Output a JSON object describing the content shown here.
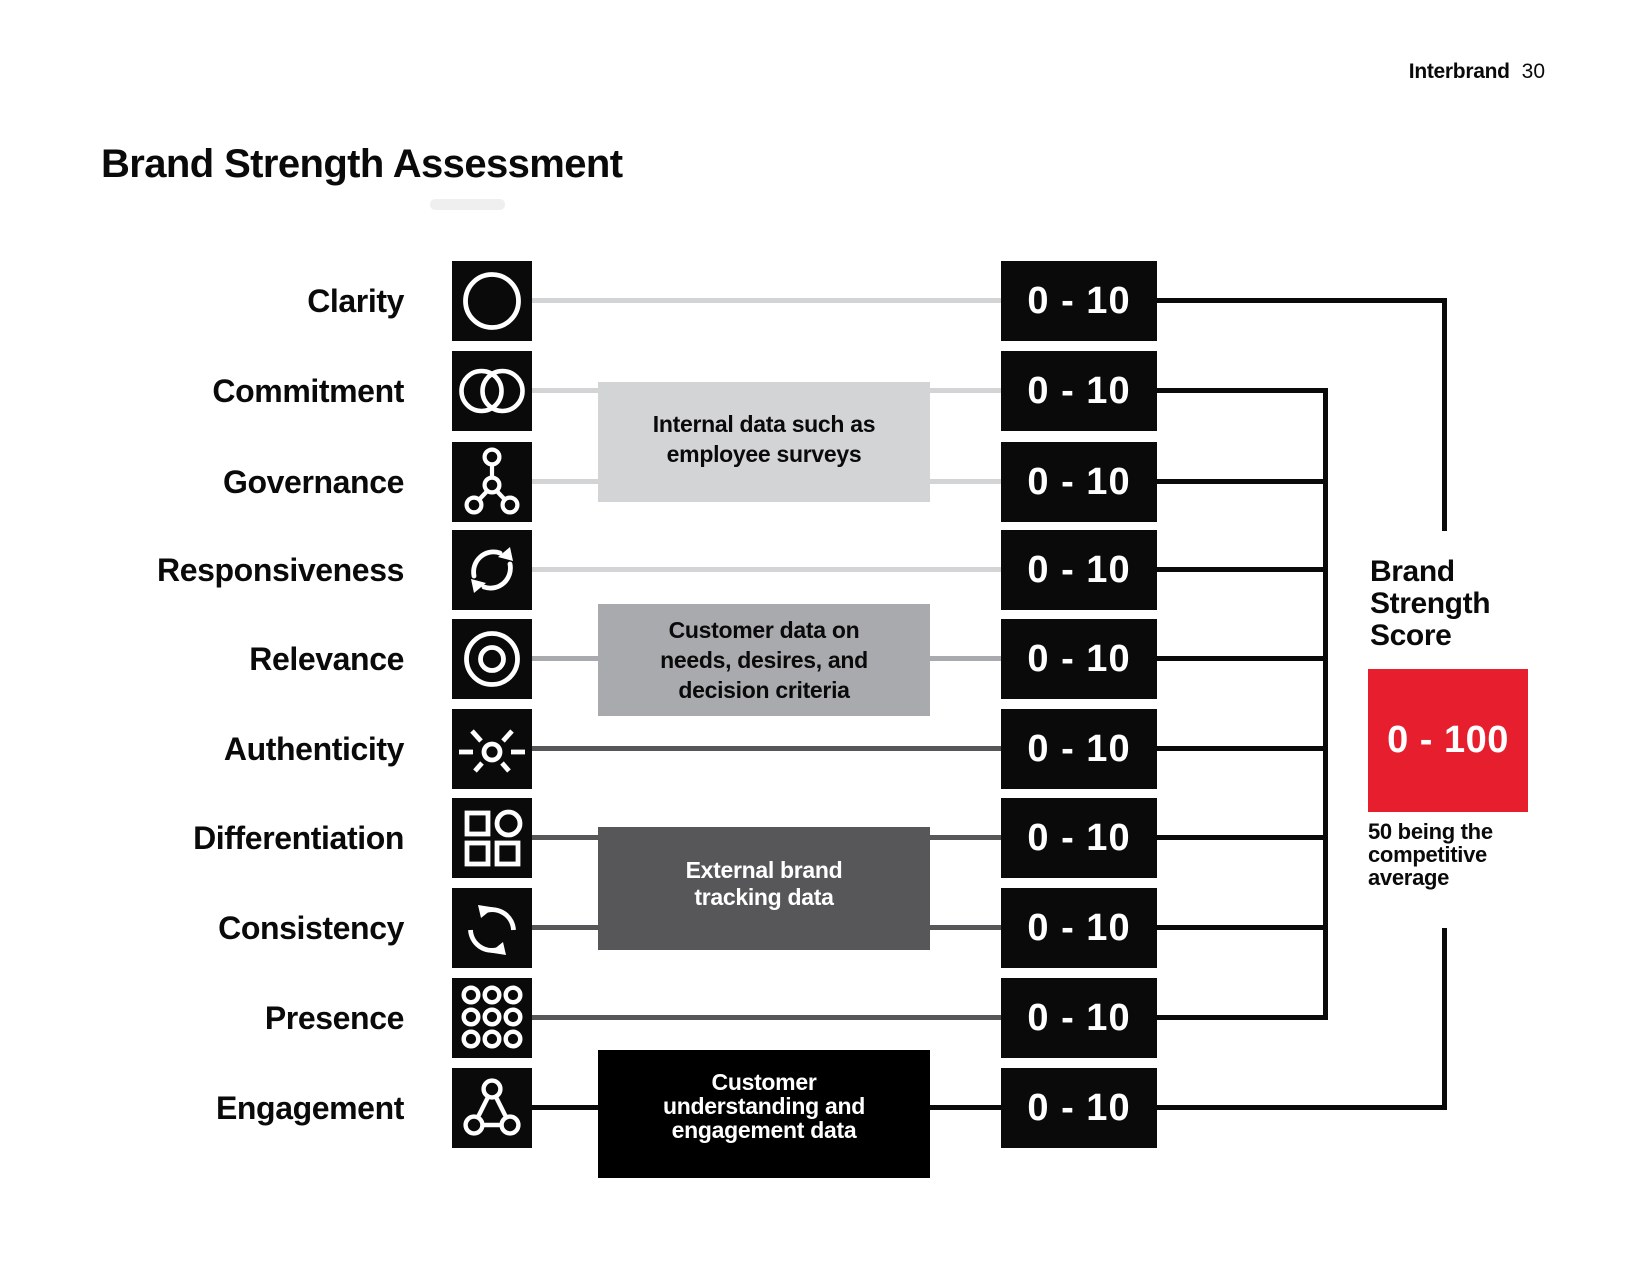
{
  "page": {
    "brand": "Interbrand",
    "page_number": "30",
    "title": "Brand Strength Assessment"
  },
  "colors": {
    "light_gray": "#d2d4d5",
    "medium_gray": "#a8aaad",
    "dark_gray": "#57575a",
    "black": "#0a0a0a",
    "red": "#e61e2d",
    "white": "#ffffff"
  },
  "rows": [
    {
      "label": "Clarity",
      "score": "0 - 10",
      "icon": "circle-icon",
      "line_color": "#d2d4d5"
    },
    {
      "label": "Commitment",
      "score": "0 - 10",
      "icon": "overlapping-circles-icon",
      "line_color": "#d2d4d5"
    },
    {
      "label": "Governance",
      "score": "0 - 10",
      "icon": "network-nodes-icon",
      "line_color": "#d2d4d5"
    },
    {
      "label": "Responsiveness",
      "score": "0 - 10",
      "icon": "cycle-arrows-icon",
      "line_color": "#d2d4d5"
    },
    {
      "label": "Relevance",
      "score": "0 - 10",
      "icon": "target-icon",
      "line_color": "#a8aaad"
    },
    {
      "label": "Authenticity",
      "score": "0 - 10",
      "icon": "burst-icon",
      "line_color": "#57575a"
    },
    {
      "label": "Differentiation",
      "score": "0 - 10",
      "icon": "shapes-grid-icon",
      "line_color": "#57575a"
    },
    {
      "label": "Consistency",
      "score": "0 - 10",
      "icon": "circular-arrows-icon",
      "line_color": "#57575a"
    },
    {
      "label": "Presence",
      "score": "0 - 10",
      "icon": "dot-grid-icon",
      "line_color": "#57575a"
    },
    {
      "label": "Engagement",
      "score": "0 - 10",
      "icon": "triangle-network-icon",
      "line_color": "#0a0a0a"
    }
  ],
  "data_sources": [
    {
      "lines": [
        "Internal data such as",
        "employee surveys"
      ],
      "bg": "#d2d4d5",
      "text_color": "#0a0a0a"
    },
    {
      "lines": [
        "Customer data on",
        "needs, desires, and",
        "decision criteria"
      ],
      "bg": "#a8aaad",
      "text_color": "#0a0a0a"
    },
    {
      "lines": [
        "External brand",
        "tracking data"
      ],
      "bg": "#57575a",
      "text_color": "#ffffff"
    },
    {
      "lines": [
        "Customer",
        "understanding and",
        "engagement data"
      ],
      "bg": "#000000",
      "text_color": "#ffffff"
    }
  ],
  "result": {
    "title_lines": [
      "Brand",
      "Strength",
      "Score"
    ],
    "score": "0 - 100",
    "score_bg": "#e61e2d",
    "note_lines": [
      "50 being the",
      "competitive",
      "average"
    ]
  }
}
